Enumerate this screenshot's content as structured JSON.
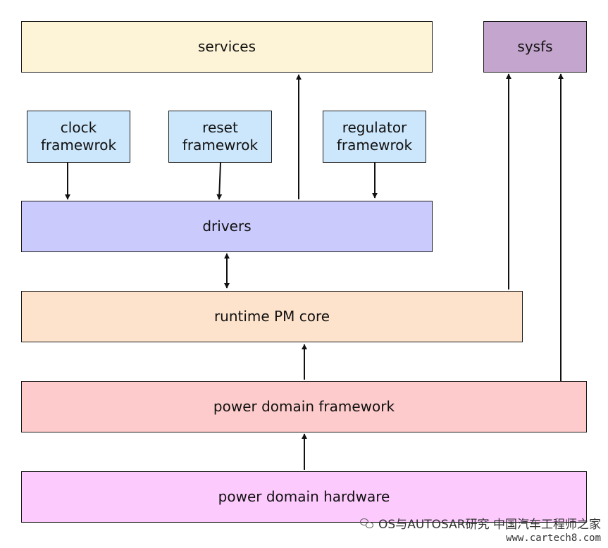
{
  "boxes": {
    "services": {
      "label": "services",
      "color": "#fdf3d6"
    },
    "sysfs": {
      "label": "sysfs",
      "color": "#c3a5cd"
    },
    "clock": {
      "label": "clock\nframewrok",
      "color": "#cce6fb"
    },
    "reset": {
      "label": "reset\nframewrok",
      "color": "#cce6fb"
    },
    "regulator": {
      "label": "regulator\nframewrok",
      "color": "#cce6fb"
    },
    "drivers": {
      "label": "drivers",
      "color": "#cbcafd"
    },
    "runtime_pm": {
      "label": "runtime PM core",
      "color": "#fde3cc"
    },
    "power_domain_framework": {
      "label": "power domain framework",
      "color": "#fdcbcb"
    },
    "power_domain_hardware": {
      "label": "power domain hardware",
      "color": "#fdcafd"
    }
  },
  "watermark": {
    "line1": "OS与AUTOSAR研究 中国汽车工程师之家",
    "line2": "www.cartech8.com"
  }
}
